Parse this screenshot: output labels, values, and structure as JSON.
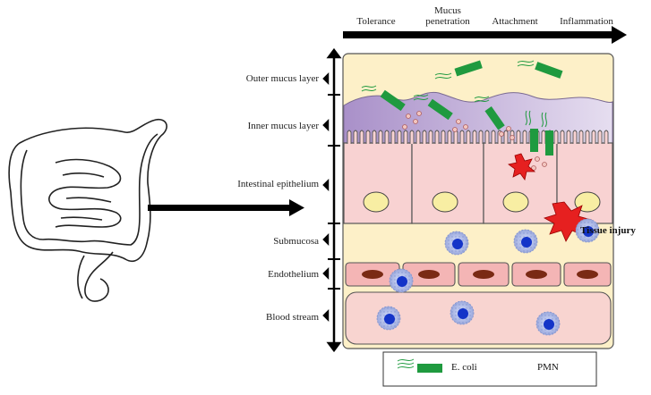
{
  "stages": [
    "Tolerance",
    "Mucus\npenetration",
    "Attachment",
    "Inflammation"
  ],
  "layers": {
    "outer_mucus": "Outer mucus layer",
    "inner_mucus": "Inner mucus layer",
    "epithelium": "Intestinal epithelium",
    "submucosa": "Submucosa",
    "endothelium": "Endothelium",
    "blood": "Blood stream"
  },
  "annotations": {
    "tissue_injury": "Tissue injury"
  },
  "legend": {
    "ecoli": "E. coli",
    "pmn": "PMN"
  },
  "colors": {
    "outer_mucus": "#fdf0c8",
    "inner_mucus": "#b9a6cf",
    "epithelium": "#f8d2d2",
    "nucleus": "#f8eea3",
    "endothelium": "#f4b5b5",
    "blood": "#f8d4d0",
    "bacteria": "#1f9a3f",
    "pmn_nucleus": "#1434c8",
    "injury": "#e62020"
  }
}
